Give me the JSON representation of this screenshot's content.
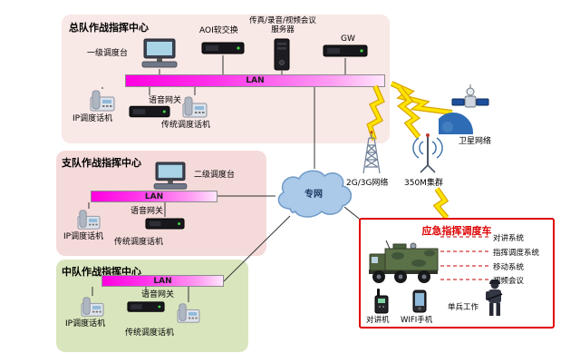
{
  "zones": {
    "corps": {
      "title": "总队作战指挥中心",
      "console": "一级调度台",
      "aoi": "AOI软交换",
      "fax_line1": "传真/录音/视频会议",
      "fax_line2": "服务器",
      "gw": "GW",
      "lan": "LAN",
      "voice_gateway": "语音网关",
      "ip_phone": "IP调度话机",
      "traditional_phone": "传统调度话机"
    },
    "detachment": {
      "title": "支队作战指挥中心",
      "console": "二级调度台",
      "lan": "LAN",
      "voice_gateway": "语音网关",
      "ip_phone": "IP调度话机",
      "traditional_phone": "传统调度话机"
    },
    "squadron": {
      "title": "中队作战指挥中心",
      "lan": "LAN",
      "voice_gateway": "语音网关",
      "ip_phone": "IP调度话机",
      "traditional_phone": "传统调度话机"
    }
  },
  "network": {
    "cloud": "专网",
    "cellular": "2G/3G网络",
    "trunking": "350M集群",
    "satellite": "卫星网络"
  },
  "vehicle": {
    "title": "应急指挥调度车",
    "systems": [
      "对讲系统",
      "指挥调度系统",
      "移动系统",
      "视频会议"
    ],
    "walkie": "对讲机",
    "wifi_phone": "WIFI手机",
    "soldier": "单兵工作"
  },
  "colors": {
    "zone_corps_bg": "#f8e8e6",
    "zone_detachment_bg": "#f5dada",
    "zone_squadron_bg": "#d9e5bd",
    "lan_bar": "#ff00e0",
    "cloud_fill": "#abc9e8",
    "lightning": "#ffe400",
    "vehicle_border": "#e00000",
    "vehicle_title": "#dd0000"
  }
}
